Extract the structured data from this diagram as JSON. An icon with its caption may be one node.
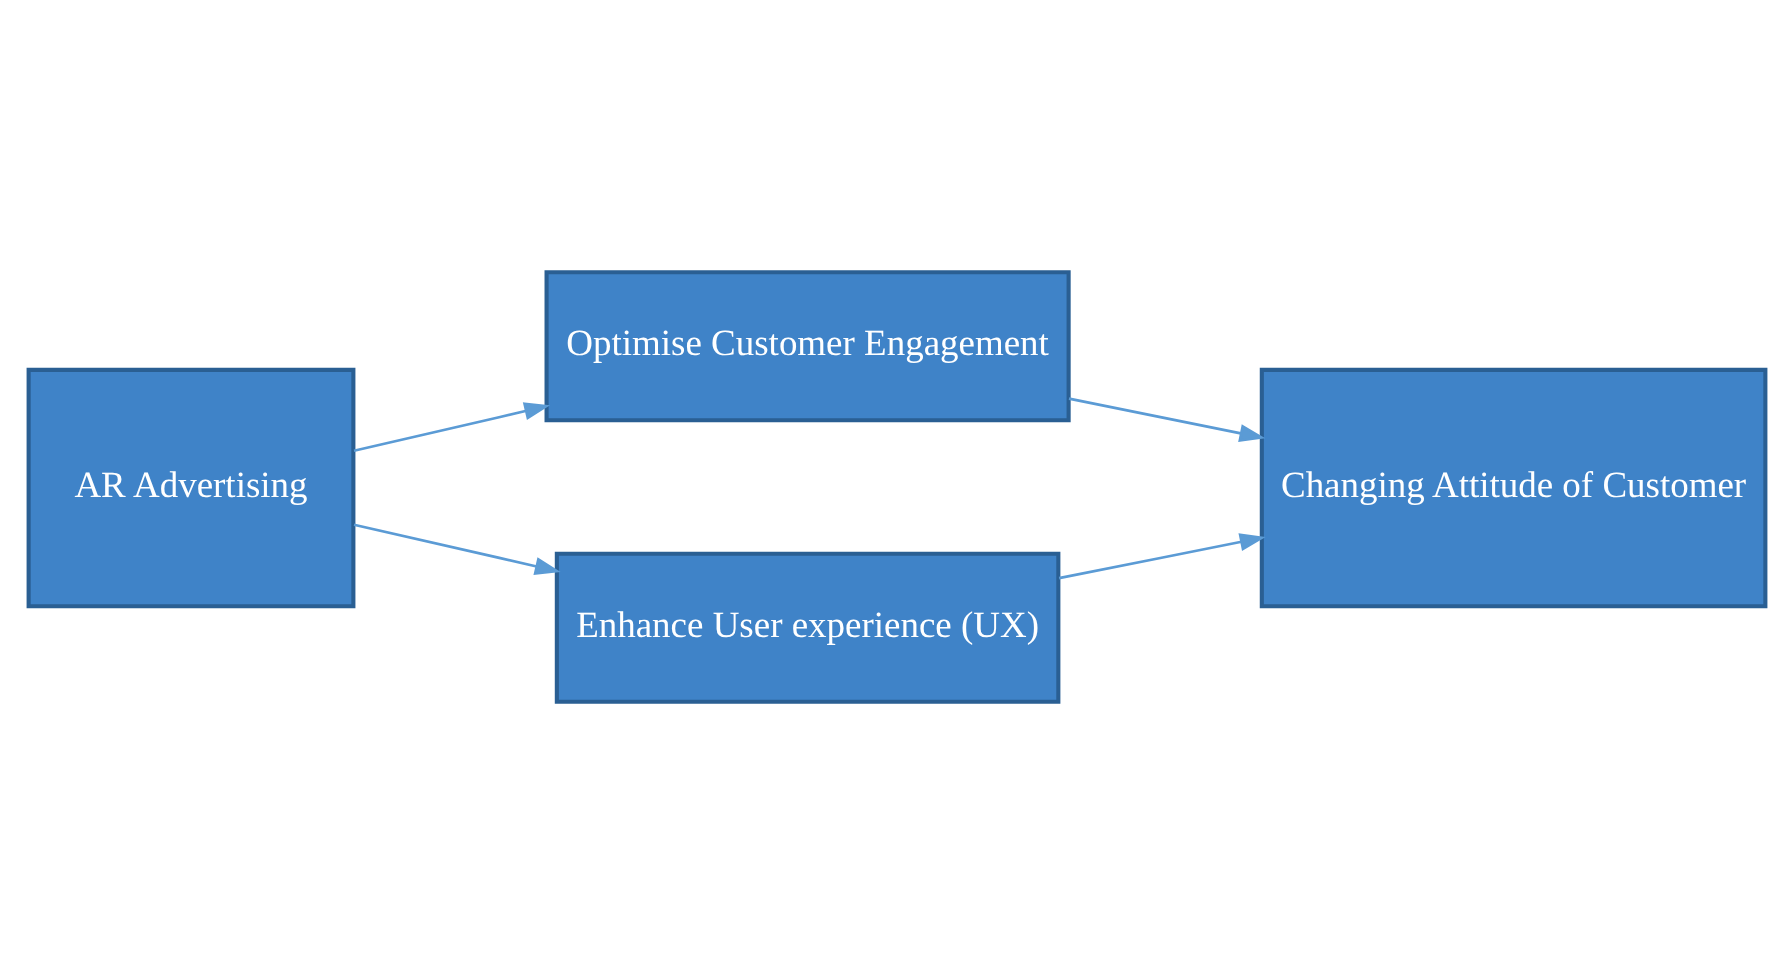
{
  "diagram": {
    "nodes": [
      {
        "text": [
          "AR Advertising"
        ]
      },
      {
        "text": [
          "Optimise Customer Engagement"
        ]
      },
      {
        "text": [
          "Enhance User experience (UX)"
        ]
      },
      {
        "text": [
          "Changing Attitude of Customer"
        ]
      }
    ],
    "edges": [
      {
        "from": 0,
        "to": 1,
        "arrow": "to"
      },
      {
        "from": 0,
        "to": 2,
        "arrow": "to"
      },
      {
        "from": 1,
        "to": 3,
        "arrow": "to"
      },
      {
        "from": 2,
        "to": 3,
        "arrow": "to"
      }
    ]
  }
}
